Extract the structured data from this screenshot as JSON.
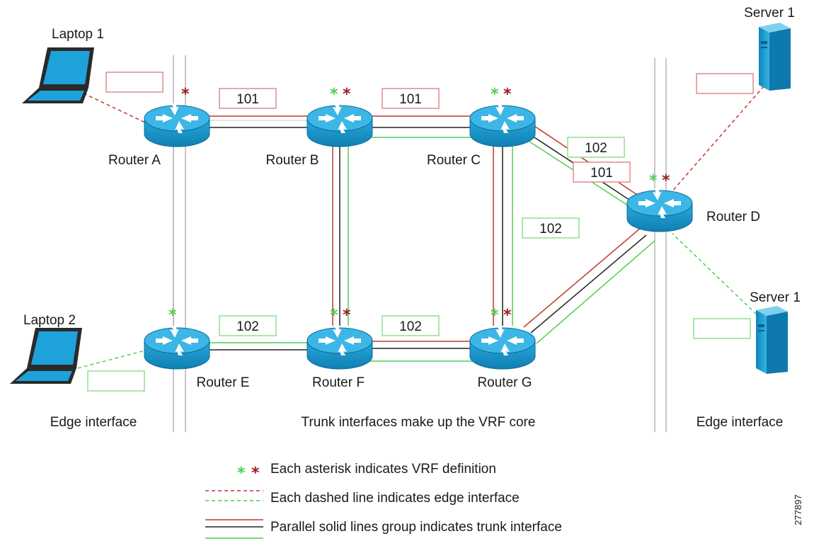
{
  "devices": {
    "laptop1": "Laptop 1",
    "laptop2": "Laptop 2",
    "server_top": "Server 1",
    "server_bottom": "Server 1"
  },
  "routers": {
    "a": "Router A",
    "b": "Router B",
    "c": "Router C",
    "d": "Router D",
    "e": "Router E",
    "f": "Router F",
    "g": "Router G"
  },
  "vrf_boxes": {
    "ab": "101",
    "bc": "101",
    "cd_green": "102",
    "cd_red": "101",
    "cg": "102",
    "ef": "102",
    "fg": "102"
  },
  "sections": {
    "left": "Edge interface",
    "center": "Trunk interfaces make up the VRF core",
    "right": "Edge interface"
  },
  "legend": {
    "asterisk": "Each asterisk indicates VRF definition",
    "dashed": "Each dashed line indicates edge interface",
    "solid": "Parallel solid lines group indicates trunk interface"
  },
  "figure_id": "277897",
  "colors": {
    "red_vrf": "#e8a0a0",
    "red_dark": "#9b1b1b",
    "green_vrf": "#6fd36f",
    "green_star": "#4fcf4f",
    "router_body": "#1fa3d8",
    "router_top": "#3fb8e6",
    "server": "#1fa3d8",
    "edge_line": "#b5b5b5"
  },
  "icons": [
    "laptop-icon",
    "router-icon",
    "server-icon",
    "asterisk-icon"
  ]
}
